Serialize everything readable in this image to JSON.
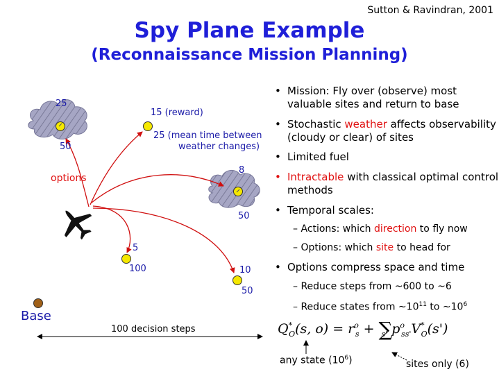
{
  "citation": "Sutton & Ravindran, 2001",
  "title": "Spy Plane Example",
  "subtitle": "(Reconnaissance Mission Planning)",
  "diagram": {
    "site_labels": {
      "cloud1_reward": "25",
      "cloud1_time": "50",
      "site_reward_15": "15 (reward)",
      "site_time_line1": "25 (mean time between",
      "site_time_line2": "weather changes)",
      "options": "options",
      "cloud2_reward": "8",
      "cloud2_time": "50",
      "site5_reward": "5",
      "site5_time": "100",
      "site10_reward": "10",
      "site10_time": "50",
      "base": "Base",
      "decision_steps": "100 decision steps"
    },
    "colors": {
      "site": "#f5e800",
      "cloud": "#a6a6c4",
      "arrow": "#d01010",
      "base": "#a06018",
      "title": "#1f1fd8"
    },
    "icons": [
      "cloud-icon",
      "plane-icon",
      "site-marker-icon"
    ]
  },
  "bullets": {
    "b1": "Mission: Fly over (observe) most valuable sites and return to base",
    "b2_pre": "Stochastic ",
    "b2_red": "weather",
    "b2_post": " affects observability (cloudy or clear) of sites",
    "b3": "Limited fuel",
    "b4_red": "Intractable",
    "b4_post": " with classical optimal control methods",
    "b5": "Temporal scales:",
    "s1_pre": "Actions: which ",
    "s1_red": "direction",
    "s1_post": " to fly now",
    "s2_pre": "Options: which ",
    "s2_red": "site",
    "s2_post": " to head for",
    "b6": "Options compress space and time",
    "s3": "Reduce steps from ~600 to ~6",
    "s4_pre": "Reduce states from ~10",
    "s4_exp1": "11",
    "s4_mid": " to ~10",
    "s4_exp2": "6"
  },
  "formula": {
    "lhs": "Q",
    "lhs_sup": "*",
    "lhs_sub": "O",
    "args": "(s, o) = r",
    "r_sup": "o",
    "r_sub": "s",
    "plus": " + ",
    "sum": "∑",
    "sum_sub": "s'",
    "p": "p",
    "p_sup": "o",
    "p_sub": "ss'",
    "v": "V",
    "v_sup": "*",
    "v_sub": "O",
    "v_arg": "(s')",
    "annotation_left": "any state (10",
    "annotation_left_exp": "6",
    "annotation_left_end": ")",
    "annotation_right": "sites only (6)"
  }
}
